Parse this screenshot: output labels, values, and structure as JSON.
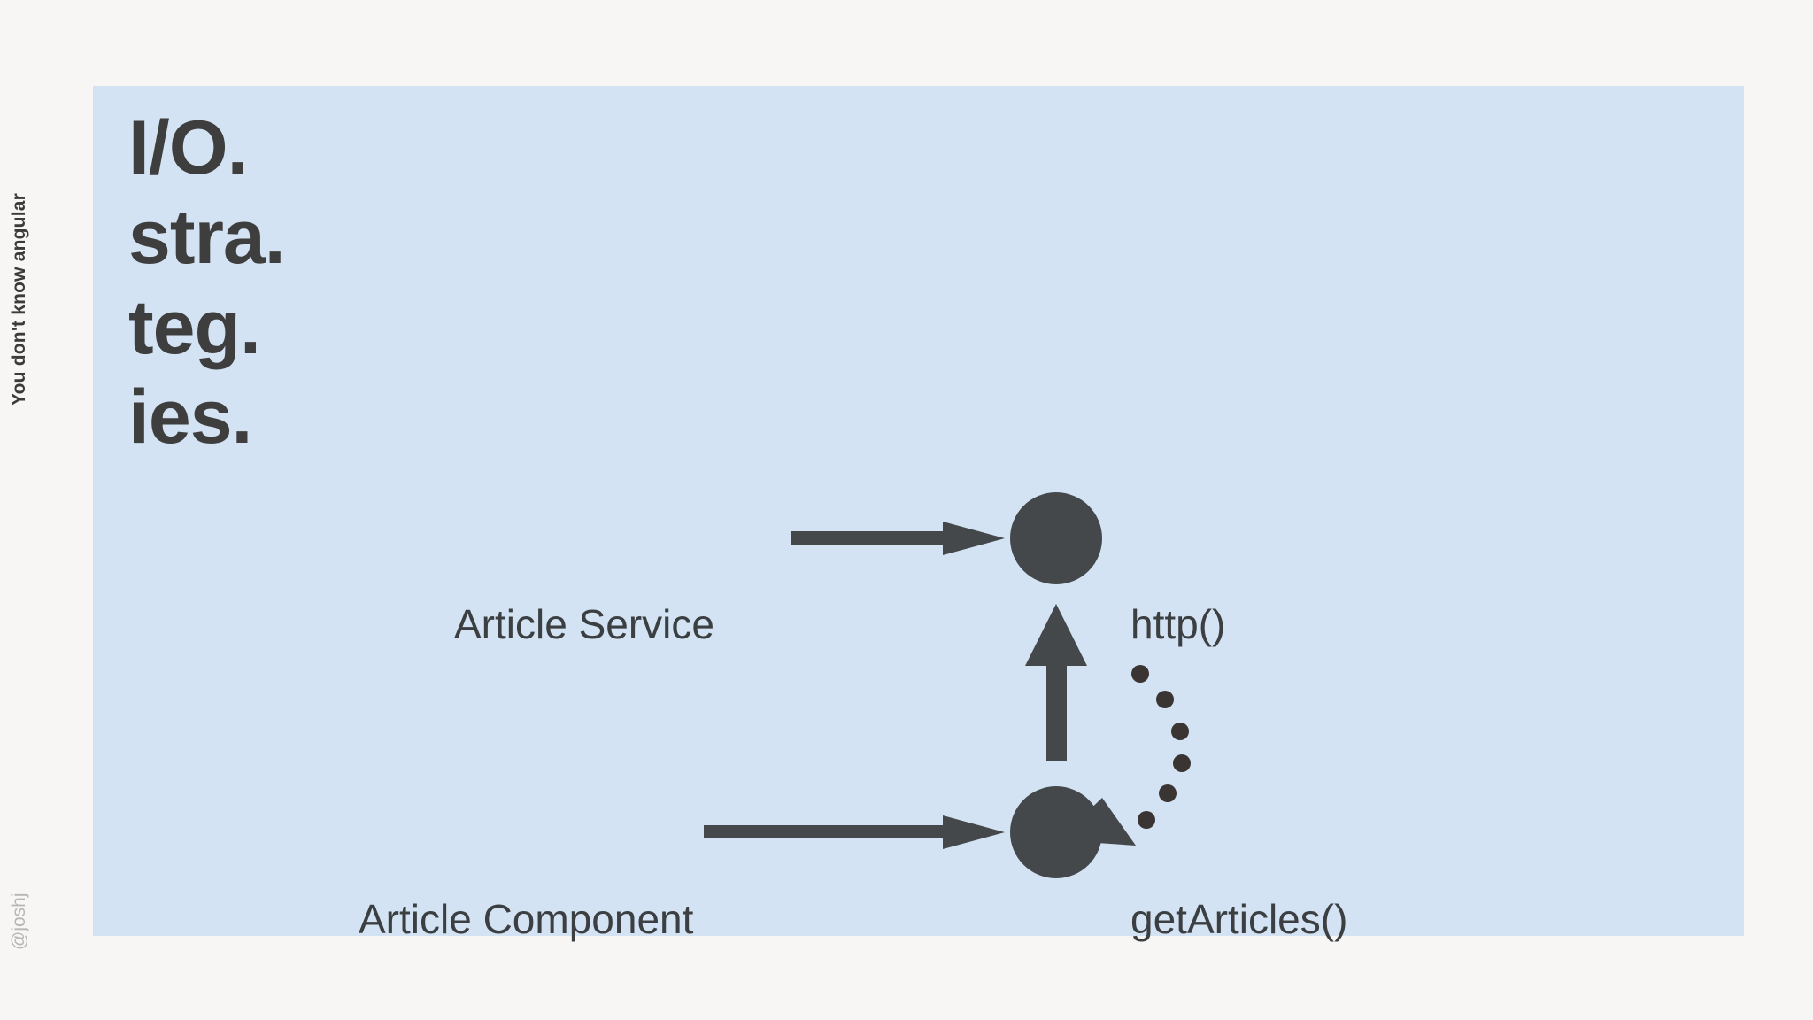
{
  "deck": {
    "vertical_title": "You don't know angular",
    "handle": "@joshj"
  },
  "slide": {
    "headline_lines": [
      "I/O.",
      "stra.",
      "teg.",
      "ies."
    ],
    "background_color": "#d3e3f3",
    "page_background_color": "#f7f6f4",
    "ink_color": "#44484b"
  },
  "diagram": {
    "nodes": [
      {
        "label": "Article Service"
      },
      {
        "label": "Article Component"
      }
    ],
    "methods": [
      {
        "label": "http()"
      },
      {
        "label": "getArticles()"
      }
    ],
    "edges": [
      {
        "from": "Article Service",
        "to": "http()",
        "style": "solid-arrow",
        "direction": "right"
      },
      {
        "from": "Article Component",
        "to": "getArticles()",
        "style": "solid-arrow",
        "direction": "right"
      },
      {
        "from": "getArticles()",
        "to": "http()",
        "style": "solid-arrow",
        "direction": "up"
      },
      {
        "from": "http()",
        "to": "getArticles()",
        "style": "dotted-arc-arrow",
        "direction": "down-left"
      }
    ]
  }
}
